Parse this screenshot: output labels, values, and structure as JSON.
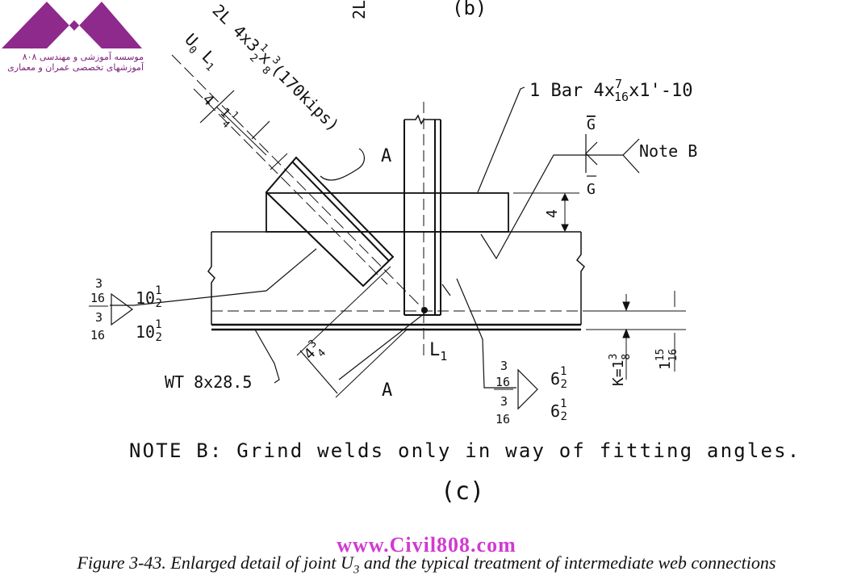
{
  "logo": {
    "line1": "موسسه آموزشی و مهندسی ۸۰۸",
    "line2": "آموزشهای تخصصی عمران و معماری",
    "color": "#8e2a8b"
  },
  "drawing": {
    "top_label_b": "(b)",
    "top_label_2l": "2L",
    "angles_label": "2L 4x3½x⅜(170kips)",
    "angles_label_main": "2L 4x3",
    "angles_frac1_num": "1",
    "angles_frac1_den": "2",
    "angles_x": "x",
    "angles_frac2_num": "3",
    "angles_frac2_den": "8",
    "angles_load": "(170kips)",
    "member_label": "U0 L1",
    "member_U": "U",
    "member_U_sub": "0",
    "member_L": "L",
    "member_L_sub": "1",
    "dim_4": "4",
    "dim_1_1_4_whole": "1",
    "dim_1_1_4_num": "1",
    "dim_1_1_4_den": "4",
    "bar_label_pre": "1 Bar 4x",
    "bar_label_num": "7",
    "bar_label_den": "16",
    "bar_label_post": "x1'-10",
    "section_A": "A",
    "grind_G": "G",
    "note_b_ref": "Note B",
    "dim_right_4": "4",
    "weld_left_size_top_num": "3",
    "weld_left_size_top_den": "16",
    "weld_left_len_top_whole": "10",
    "weld_left_len_top_num": "1",
    "weld_left_len_top_den": "2",
    "weld_left_size_bot_num": "3",
    "weld_left_size_bot_den": "16",
    "weld_left_len_bot_whole": "10",
    "weld_left_len_bot_num": "1",
    "weld_left_len_bot_den": "2",
    "wt_label": "WT 8x28.5",
    "dim_4_3_4_whole": "4",
    "dim_4_3_4_num": "3",
    "dim_4_3_4_den": "4",
    "L1_label": "L",
    "L1_sub": "1",
    "weld_right_size_top_num": "3",
    "weld_right_size_top_den": "16",
    "weld_right_len_top_whole": "6",
    "weld_right_len_top_num": "1",
    "weld_right_len_top_den": "2",
    "weld_right_size_bot_num": "3",
    "weld_right_size_bot_den": "16",
    "weld_right_len_bot_whole": "6",
    "weld_right_len_bot_num": "1",
    "weld_right_len_bot_den": "2",
    "k_label": "K=1",
    "k_num": "3",
    "k_den": "8",
    "dim_1_15_16_whole": "1",
    "dim_1_15_16_num": "15",
    "dim_1_15_16_den": "16",
    "note_b_text": "NOTE B: Grind welds only in way of fitting angles.",
    "view_label": "(c)"
  },
  "footer": {
    "website": "www.Civil808.com",
    "caption_pre": "Figure 3-43.  Enlarged detail of joint U",
    "caption_sub": "3",
    "caption_post": " and the typical treatment of intermediate web connections",
    "website_color": "#d23ad2"
  }
}
